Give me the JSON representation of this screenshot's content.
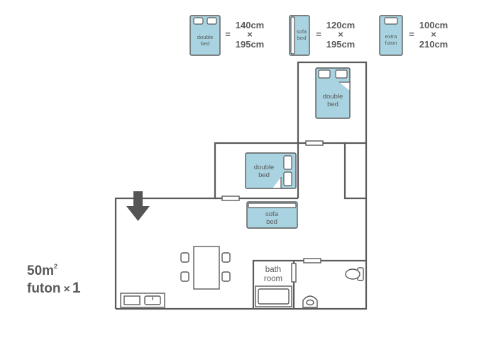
{
  "legend": [
    {
      "label_lines": [
        "double",
        "bed"
      ],
      "equals": "=",
      "width": "140cm",
      "times": "×",
      "length": "195cm"
    },
    {
      "label_lines": [
        "sofa",
        "bed"
      ],
      "equals": "=",
      "width": "120cm",
      "times": "×",
      "length": "195cm"
    },
    {
      "label_lines": [
        "extra",
        "futon"
      ],
      "equals": "=",
      "width": "100cm",
      "times": "×",
      "length": "210cm"
    }
  ],
  "plan": {
    "bed_top": [
      "double",
      "bed"
    ],
    "bed_mid": [
      "double",
      "bed"
    ],
    "sofa": [
      "sofa",
      "bed"
    ],
    "bathroom": [
      "bath",
      "room"
    ]
  },
  "summary": {
    "area": "50",
    "area_unit": "m",
    "area_sup": "2",
    "futon_label": "futon",
    "futon_times": "×",
    "futon_count": "1"
  },
  "colors": {
    "bed_fill": "#a9d3e0",
    "line": "#5a5a5a"
  }
}
